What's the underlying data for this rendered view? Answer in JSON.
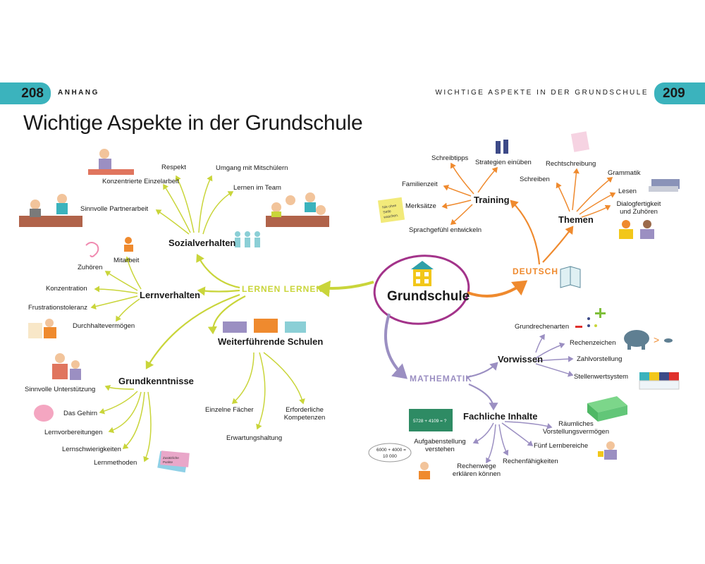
{
  "header": {
    "page_left": "208",
    "section_left": "ANHANG",
    "page_right": "209",
    "section_right": "WICHTIGE ASPEKTE IN DER GRUNDSCHULE"
  },
  "title": "Wichtige Aspekte in der Grundschule",
  "center": "Grundschule",
  "categories": {
    "lernen": "LERNEN LERNEN",
    "deutsch": "DEUTSCH",
    "mathematik": "MATHEMATIK"
  },
  "hubs": {
    "sozialverhalten": "Sozialverhalten",
    "lernverhalten": "Lernverhalten",
    "grundkenntnisse": "Grundkenntnisse",
    "weiterfuehrende": "Weiterführende Schulen",
    "training": "Training",
    "themen": "Themen",
    "vorwissen": "Vorwissen",
    "fachliche": "Fachliche Inhalte"
  },
  "sozialverhalten": [
    "Konzentrierte Einzelarbeit",
    "Sinnvolle Partnerarbeit",
    "Respekt",
    "Umgang mit Mitschülern",
    "Lernen im Team"
  ],
  "lernverhalten": [
    "Mitarbeit",
    "Zuhören",
    "Konzentration",
    "Frustrationstoleranz",
    "Durchhaltevermögen"
  ],
  "grundkenntnisse": [
    "Sinnvolle Unterstützung",
    "Das Gehirn",
    "Lernvorbereitungen",
    "Lernschwierigkeiten",
    "Lernmethoden"
  ],
  "weiterfuehrende": [
    "Einzelne Fächer",
    "Erwartungshaltung",
    "Erforderliche",
    "Kompetenzen"
  ],
  "training": [
    "Schreibtipps",
    "Strategien einüben",
    "Familienzeit",
    "Merksätze",
    "Sprachgefühl entwickeln"
  ],
  "themen": [
    "Rechtschreibung",
    "Schreiben",
    "Grammatik",
    "Lesen",
    "Dialogfertigkeit",
    "und Zuhören"
  ],
  "vorwissen": [
    "Grundrechenarten",
    "Rechenzeichen",
    "Zahlvorstellung",
    "Stellenwertsystem"
  ],
  "fachliche": [
    "Räumliches",
    "Vorstellungsvermögen",
    "Fünf Lernbereiche",
    "Rechenfähigkeiten",
    "Rechenwege",
    "erklären können",
    "Aufgabenstellung",
    "verstehen"
  ],
  "illustrations": {
    "note_text": [
      "Nie ohne",
      "Seife",
      "waschen."
    ],
    "board_text": "5728 + 4109 = ?",
    "bubble_text": [
      "6000 + 4000 =",
      "10 000"
    ],
    "card_text": [
      "Zusätzliche",
      "Punkte"
    ]
  },
  "colors": {
    "teal": "#3bb3bd",
    "lernen": "#c9d53a",
    "deutsch": "#ef8a2e",
    "mathematik": "#9b8fc2",
    "center_ring": "#a3338a"
  }
}
